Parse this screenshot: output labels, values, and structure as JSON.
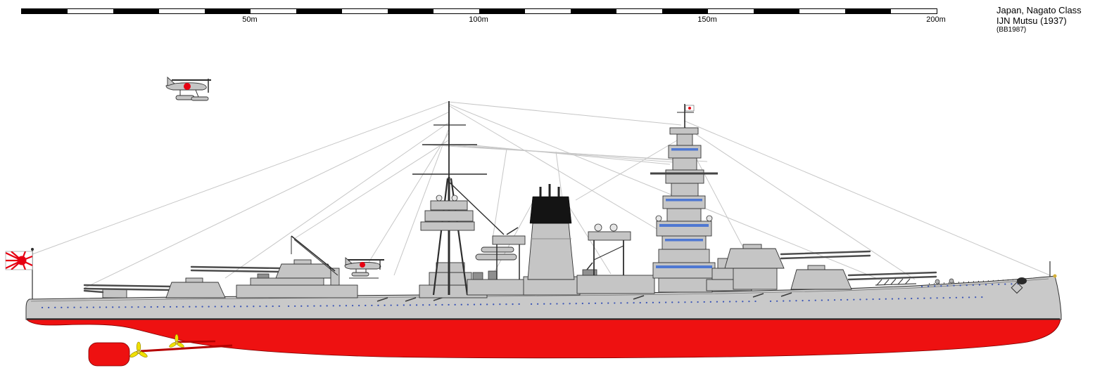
{
  "header": {
    "title_line1": "Japan, Nagato Class",
    "title_line2": "IJN Mutsu (1937)",
    "title_line3": "(BB1987)"
  },
  "scale_bar": {
    "labels": [
      "50m",
      "100m",
      "150m",
      "200m"
    ]
  },
  "colors": {
    "background": "#ffffff",
    "hull_gray": "#c9c9c9",
    "structure_gray": "#c5c5c5",
    "dark_gray": "#8f8f8f",
    "outline": "#333333",
    "hull_red": "#ee1111",
    "hull_red_outline": "#7a0000",
    "porthole_blue": "#3b55b5",
    "window_blue": "#4f78d2",
    "propeller_yellow": "#f0e000",
    "flag_red": "#e60012",
    "rigging_gray": "#c6c6c6",
    "funnel_black": "#141414",
    "barrel_gray": "#4c4c4c"
  }
}
